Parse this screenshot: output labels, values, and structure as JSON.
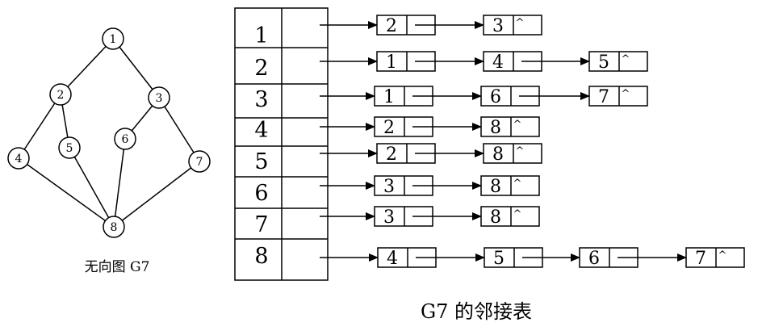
{
  "graph": {
    "caption": "无向图 G7",
    "vertices": [
      "1",
      "2",
      "3",
      "4",
      "5",
      "6",
      "7",
      "8"
    ],
    "edges": [
      [
        "1",
        "2"
      ],
      [
        "1",
        "3"
      ],
      [
        "2",
        "4"
      ],
      [
        "2",
        "5"
      ],
      [
        "3",
        "6"
      ],
      [
        "3",
        "7"
      ],
      [
        "4",
        "8"
      ],
      [
        "5",
        "8"
      ],
      [
        "6",
        "8"
      ],
      [
        "7",
        "8"
      ]
    ]
  },
  "adjacency": {
    "caption": "G7 的邻接表",
    "null_marker": "^",
    "rows": [
      {
        "vertex": "1",
        "list": [
          "2",
          "3"
        ]
      },
      {
        "vertex": "2",
        "list": [
          "1",
          "4",
          "5"
        ]
      },
      {
        "vertex": "3",
        "list": [
          "1",
          "6",
          "7"
        ]
      },
      {
        "vertex": "4",
        "list": [
          "2",
          "8"
        ]
      },
      {
        "vertex": "5",
        "list": [
          "2",
          "8"
        ]
      },
      {
        "vertex": "6",
        "list": [
          "3",
          "8"
        ]
      },
      {
        "vertex": "7",
        "list": [
          "3",
          "8"
        ]
      },
      {
        "vertex": "8",
        "list": [
          "4",
          "5",
          "6",
          "7"
        ]
      }
    ]
  }
}
